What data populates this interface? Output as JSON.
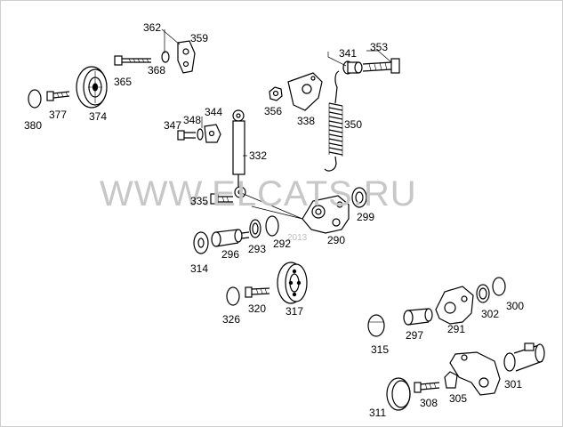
{
  "diagram": {
    "watermark": "WWW.ELCATS.RU",
    "watermark_date": "2013",
    "labels": {
      "l362": "362",
      "l359": "359",
      "l368": "368",
      "l365": "365",
      "l374": "374",
      "l380": "380",
      "l377": "377",
      "l341": "341",
      "l353": "353",
      "l356": "356",
      "l338": "338",
      "l350": "350",
      "l347": "347",
      "l344": "344",
      "l348": "348",
      "l332": "332",
      "l335": "335",
      "l299": "299",
      "l290": "290",
      "l314": "314",
      "l296": "296",
      "l293": "293",
      "l292": "292",
      "l326": "326",
      "l320": "320",
      "l317": "317",
      "l300": "300",
      "l302": "302",
      "l291": "291",
      "l315": "315",
      "l297": "297",
      "l301": "301",
      "l311": "311",
      "l308": "308",
      "l305": "305"
    }
  }
}
